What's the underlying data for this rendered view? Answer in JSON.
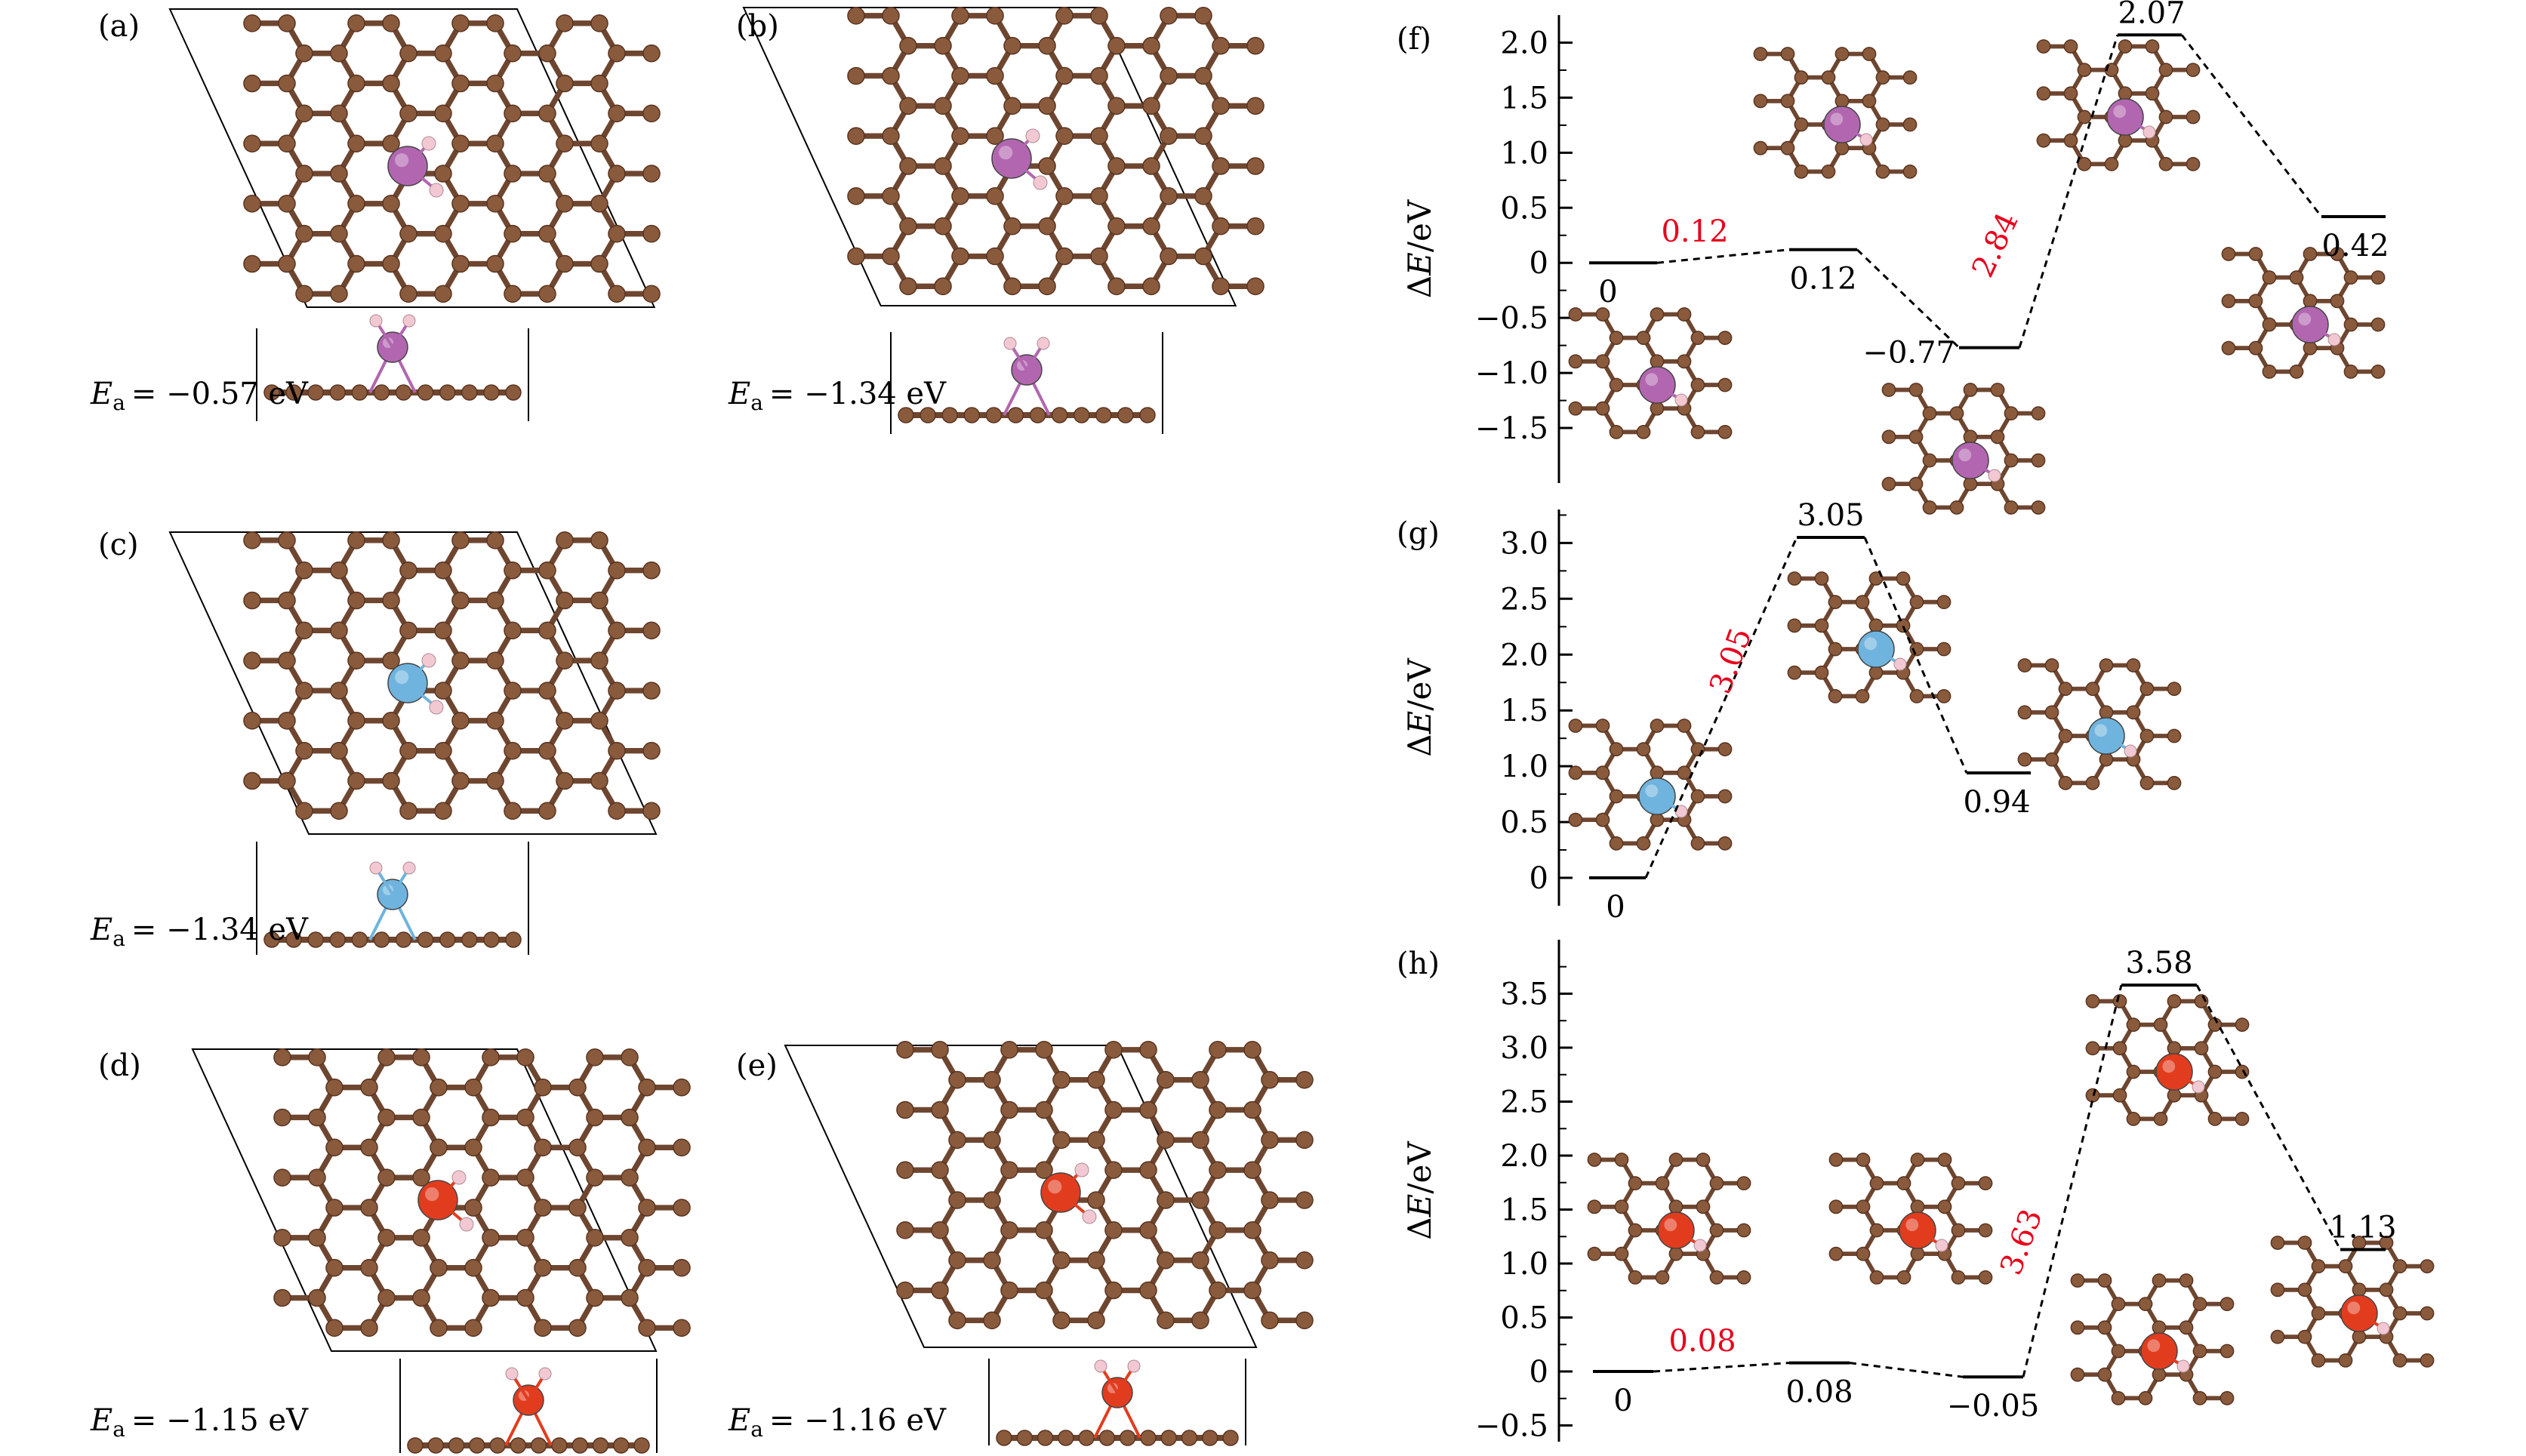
{
  "colors": {
    "carbon": "#8a5a3c",
    "carbon_edge": "#5a3420",
    "bond": "#6e4630",
    "hydrogen": "#f2c9d3",
    "mg_atom": "#b266b0",
    "al_atom": "#6fb4de",
    "ca_atom": "#e23c1f",
    "barrier_red": "#e8001c",
    "axis": "#000000"
  },
  "panels": [
    {
      "key": "a",
      "label": "(a)",
      "energy_value": "−0.57 eV",
      "metal": "mg_atom"
    },
    {
      "key": "b",
      "label": "(b)",
      "energy_value": "−1.34 eV",
      "metal": "mg_atom"
    },
    {
      "key": "c",
      "label": "(c)",
      "energy_value": "−1.34 eV",
      "metal": "al_atom"
    },
    {
      "key": "d",
      "label": "(d)",
      "energy_value": "−1.15 eV",
      "metal": "ca_atom"
    },
    {
      "key": "e",
      "label": "(e)",
      "energy_value": "−1.16 eV",
      "metal": "ca_atom"
    }
  ],
  "energy_symbol": "E",
  "energy_subscript": "a",
  "energy_equals": "=",
  "ylabel_delta": "Δ",
  "ylabel_E": "E",
  "ylabel_unit": "/eV",
  "chart_data": [
    {
      "type": "line",
      "panel": "(f)",
      "ylabel": "ΔE/eV",
      "ylim": [
        -2.0,
        2.25
      ],
      "yticks": [
        -1.5,
        -1.0,
        -0.5,
        0,
        0.5,
        1.0,
        1.5,
        2.0
      ],
      "ytick_labels": [
        "−1.5",
        "−1.0",
        "−0.5",
        "0",
        "0.5",
        "1.0",
        "1.5",
        "2.0"
      ],
      "levels": [
        {
          "value": 0,
          "label": "0"
        },
        {
          "value": 0.12,
          "label": "0.12"
        },
        {
          "value": -0.77,
          "label": "−0.77"
        },
        {
          "value": 2.07,
          "label": "2.07"
        },
        {
          "value": 0.42,
          "label": "0.42"
        }
      ],
      "barriers": [
        {
          "value": 0.12,
          "label": "0.12"
        },
        {
          "value": 2.84,
          "label": "2.84"
        }
      ]
    },
    {
      "type": "line",
      "panel": "(g)",
      "ylabel": "ΔE/eV",
      "ylim": [
        -0.25,
        3.3
      ],
      "yticks": [
        0,
        0.5,
        1.0,
        1.5,
        2.0,
        2.5,
        3.0
      ],
      "ytick_labels": [
        "0",
        "0.5",
        "1.0",
        "1.5",
        "2.0",
        "2.5",
        "3.0"
      ],
      "levels": [
        {
          "value": 0,
          "label": "0"
        },
        {
          "value": 3.05,
          "label": "3.05"
        },
        {
          "value": 0.94,
          "label": "0.94"
        }
      ],
      "barriers": [
        {
          "value": 3.05,
          "label": "3.05"
        }
      ]
    },
    {
      "type": "line",
      "panel": "(h)",
      "ylabel": "ΔE/eV",
      "ylim": [
        -0.65,
        4.0
      ],
      "yticks": [
        -0.5,
        0,
        0.5,
        1.0,
        1.5,
        2.0,
        2.5,
        3.0,
        3.5
      ],
      "ytick_labels": [
        "−0.5",
        "0",
        "0.5",
        "1.0",
        "1.5",
        "2.0",
        "2.5",
        "3.0",
        "3.5"
      ],
      "levels": [
        {
          "value": 0,
          "label": "0"
        },
        {
          "value": 0.08,
          "label": "0.08"
        },
        {
          "value": -0.05,
          "label": "−0.05"
        },
        {
          "value": 3.58,
          "label": "3.58"
        },
        {
          "value": 1.13,
          "label": "1.13"
        }
      ],
      "barriers": [
        {
          "value": 0.08,
          "label": "0.08"
        },
        {
          "value": 3.63,
          "label": "3.63"
        }
      ]
    }
  ]
}
